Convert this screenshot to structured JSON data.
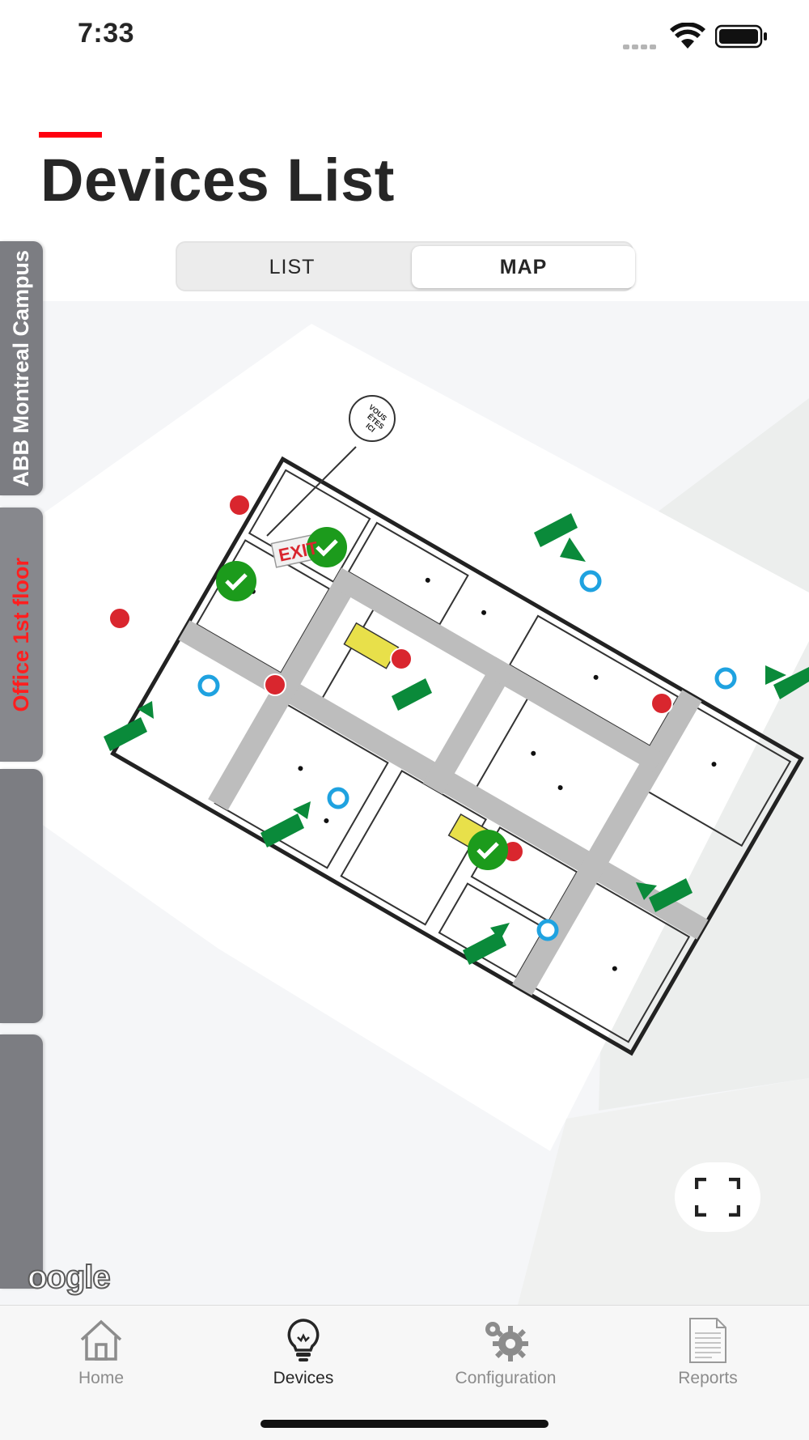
{
  "status_bar": {
    "time": "7:33"
  },
  "header": {
    "title": "Devices List"
  },
  "view_toggle": {
    "list_label": "LIST",
    "map_label": "MAP",
    "selected": "MAP"
  },
  "side_tabs": {
    "campus": "ABB Montreal Campus",
    "floor": "Office 1st floor",
    "blank_1": "",
    "blank_2": ""
  },
  "map": {
    "provider_mark": "oogle",
    "signs": {
      "exit": "EXIT",
      "you_are_here": [
        "VOUS",
        "ÊTES",
        "ICI"
      ]
    },
    "device_status_markers": 3,
    "fullscreen_icon": "fullscreen-icon"
  },
  "tab_bar": {
    "items": [
      {
        "label": "Home",
        "icon": "home-icon",
        "active": false
      },
      {
        "label": "Devices",
        "icon": "lightbulb-icon",
        "active": true
      },
      {
        "label": "Configuration",
        "icon": "gear-icon",
        "active": false
      },
      {
        "label": "Reports",
        "icon": "document-icon",
        "active": false
      }
    ]
  },
  "colors": {
    "accent": "#ff000f",
    "floor_tab_text": "#ff1f1f",
    "side_tab": "#7c7d82",
    "device_ok": "#1c9b1c",
    "exit_sign": "#0a8a3a",
    "extinguisher": "#d9262e",
    "sensor": "#1fa2e0",
    "stairs": "#e8e04a"
  }
}
